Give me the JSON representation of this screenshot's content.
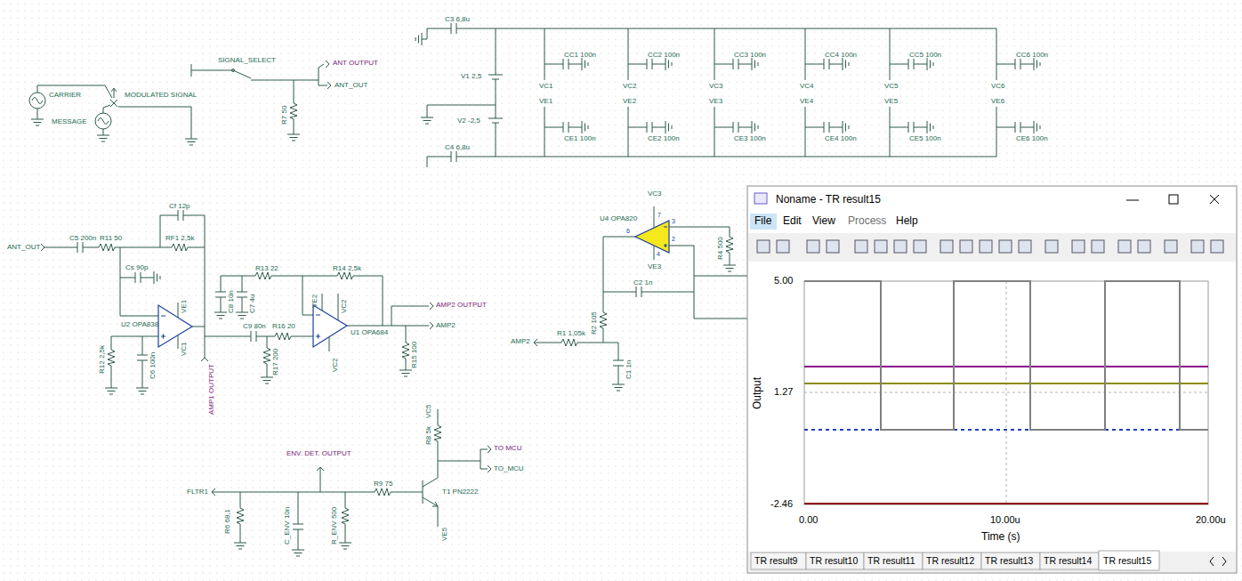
{
  "diagram": {
    "nodes": [
      {
        "text": [
          "Noname - TR result15",
          "File",
          "Edit",
          "View",
          "Process",
          "Help",
          "5.00",
          "1.27",
          "-2.46",
          "Output",
          "0.00",
          "10.00u",
          "20.00u",
          "Time (s)",
          "TR result9",
          "TR result10",
          "TR result11",
          "TR result12",
          "TR result13",
          "TR result14",
          "TR result15"
        ]
      }
    ],
    "labels": [
      "SIGNAL_SELECT",
      "ANT OUTPUT",
      "ANT_OUT",
      "CARRIER",
      "MODULATED SIGNAL",
      "MESSAGE",
      "R7 50",
      "C3 6,8u",
      "V1 2,5",
      "V2 -2,5",
      "C4 6,8u",
      "CC1 100n",
      "CC2 100n",
      "CC3 100n",
      "CC4 100n",
      "CC5 100n",
      "CC6 100n",
      "VC1",
      "VC2",
      "VC3",
      "VC4",
      "VC5",
      "VC6",
      "VE1",
      "VE2",
      "VE3",
      "VE4",
      "VE5",
      "VE6",
      "CE1 100n",
      "CE2 100n",
      "CE3 100n",
      "CE4 100n",
      "CE5 100n",
      "CE6 100n",
      "Cf 12p",
      "C5 200n",
      "R11 50",
      "RF1 2,5k",
      "ANT_OUT",
      "Cs 90p",
      "VE1",
      "U2 OPA838",
      "VC1",
      "R12 2,5k",
      "C6 100n",
      "AMP1 OUTPUT",
      "C8 10n",
      "R13 22",
      "C7 4u",
      "R14 2,5k",
      "VE2",
      "VC2",
      "R16 20",
      "U1 OPA684",
      "C9 80n",
      "R17 200",
      "VC2",
      "AMP2 OUTPUT",
      "AMP2",
      "R15 100",
      "VC3",
      "U4 OPA820",
      "R4 500",
      "VE3",
      "C2 1n",
      "R2 105",
      "R1 1,05k",
      "AMP2",
      "C1 1n",
      "ENV. DET. OUTPUT",
      "FLTR1",
      "R9 75",
      "T1 PN2222",
      "VC5",
      "R8 5k",
      "TO MCU",
      "TO_MCU",
      "R6 68,1",
      "C_ENV 10n",
      "R_ENV 500",
      "VE5",
      "6",
      "7",
      "3",
      "2",
      "4"
    ]
  }
}
